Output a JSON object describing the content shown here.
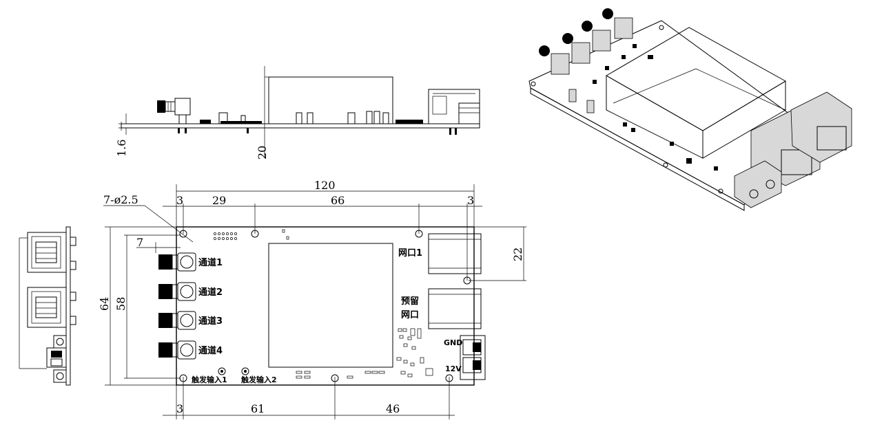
{
  "dimensions": {
    "thickness": "1.6",
    "height": "20",
    "hole_spec": "7-ø2.5",
    "total_width": "120",
    "hole_offset_left": "3",
    "hole_span_29": "29",
    "hole_span_66": "66",
    "hole_offset_right": "3",
    "board_height": "64",
    "hole_span_58": "58",
    "connector_offset": "7",
    "port_offset": "22",
    "bottom_offset": "3",
    "bottom_span_61": "61",
    "bottom_span_46": "46"
  },
  "labels": {
    "channel1": "通道1",
    "channel2": "通道2",
    "channel3": "通道3",
    "channel4": "通道4",
    "trigger1": "触发输入1",
    "trigger2": "触发输入2",
    "port1": "网口1",
    "reserved_line1": "预留",
    "reserved_line2": "网口",
    "gnd": "GND",
    "v12": "12V"
  }
}
